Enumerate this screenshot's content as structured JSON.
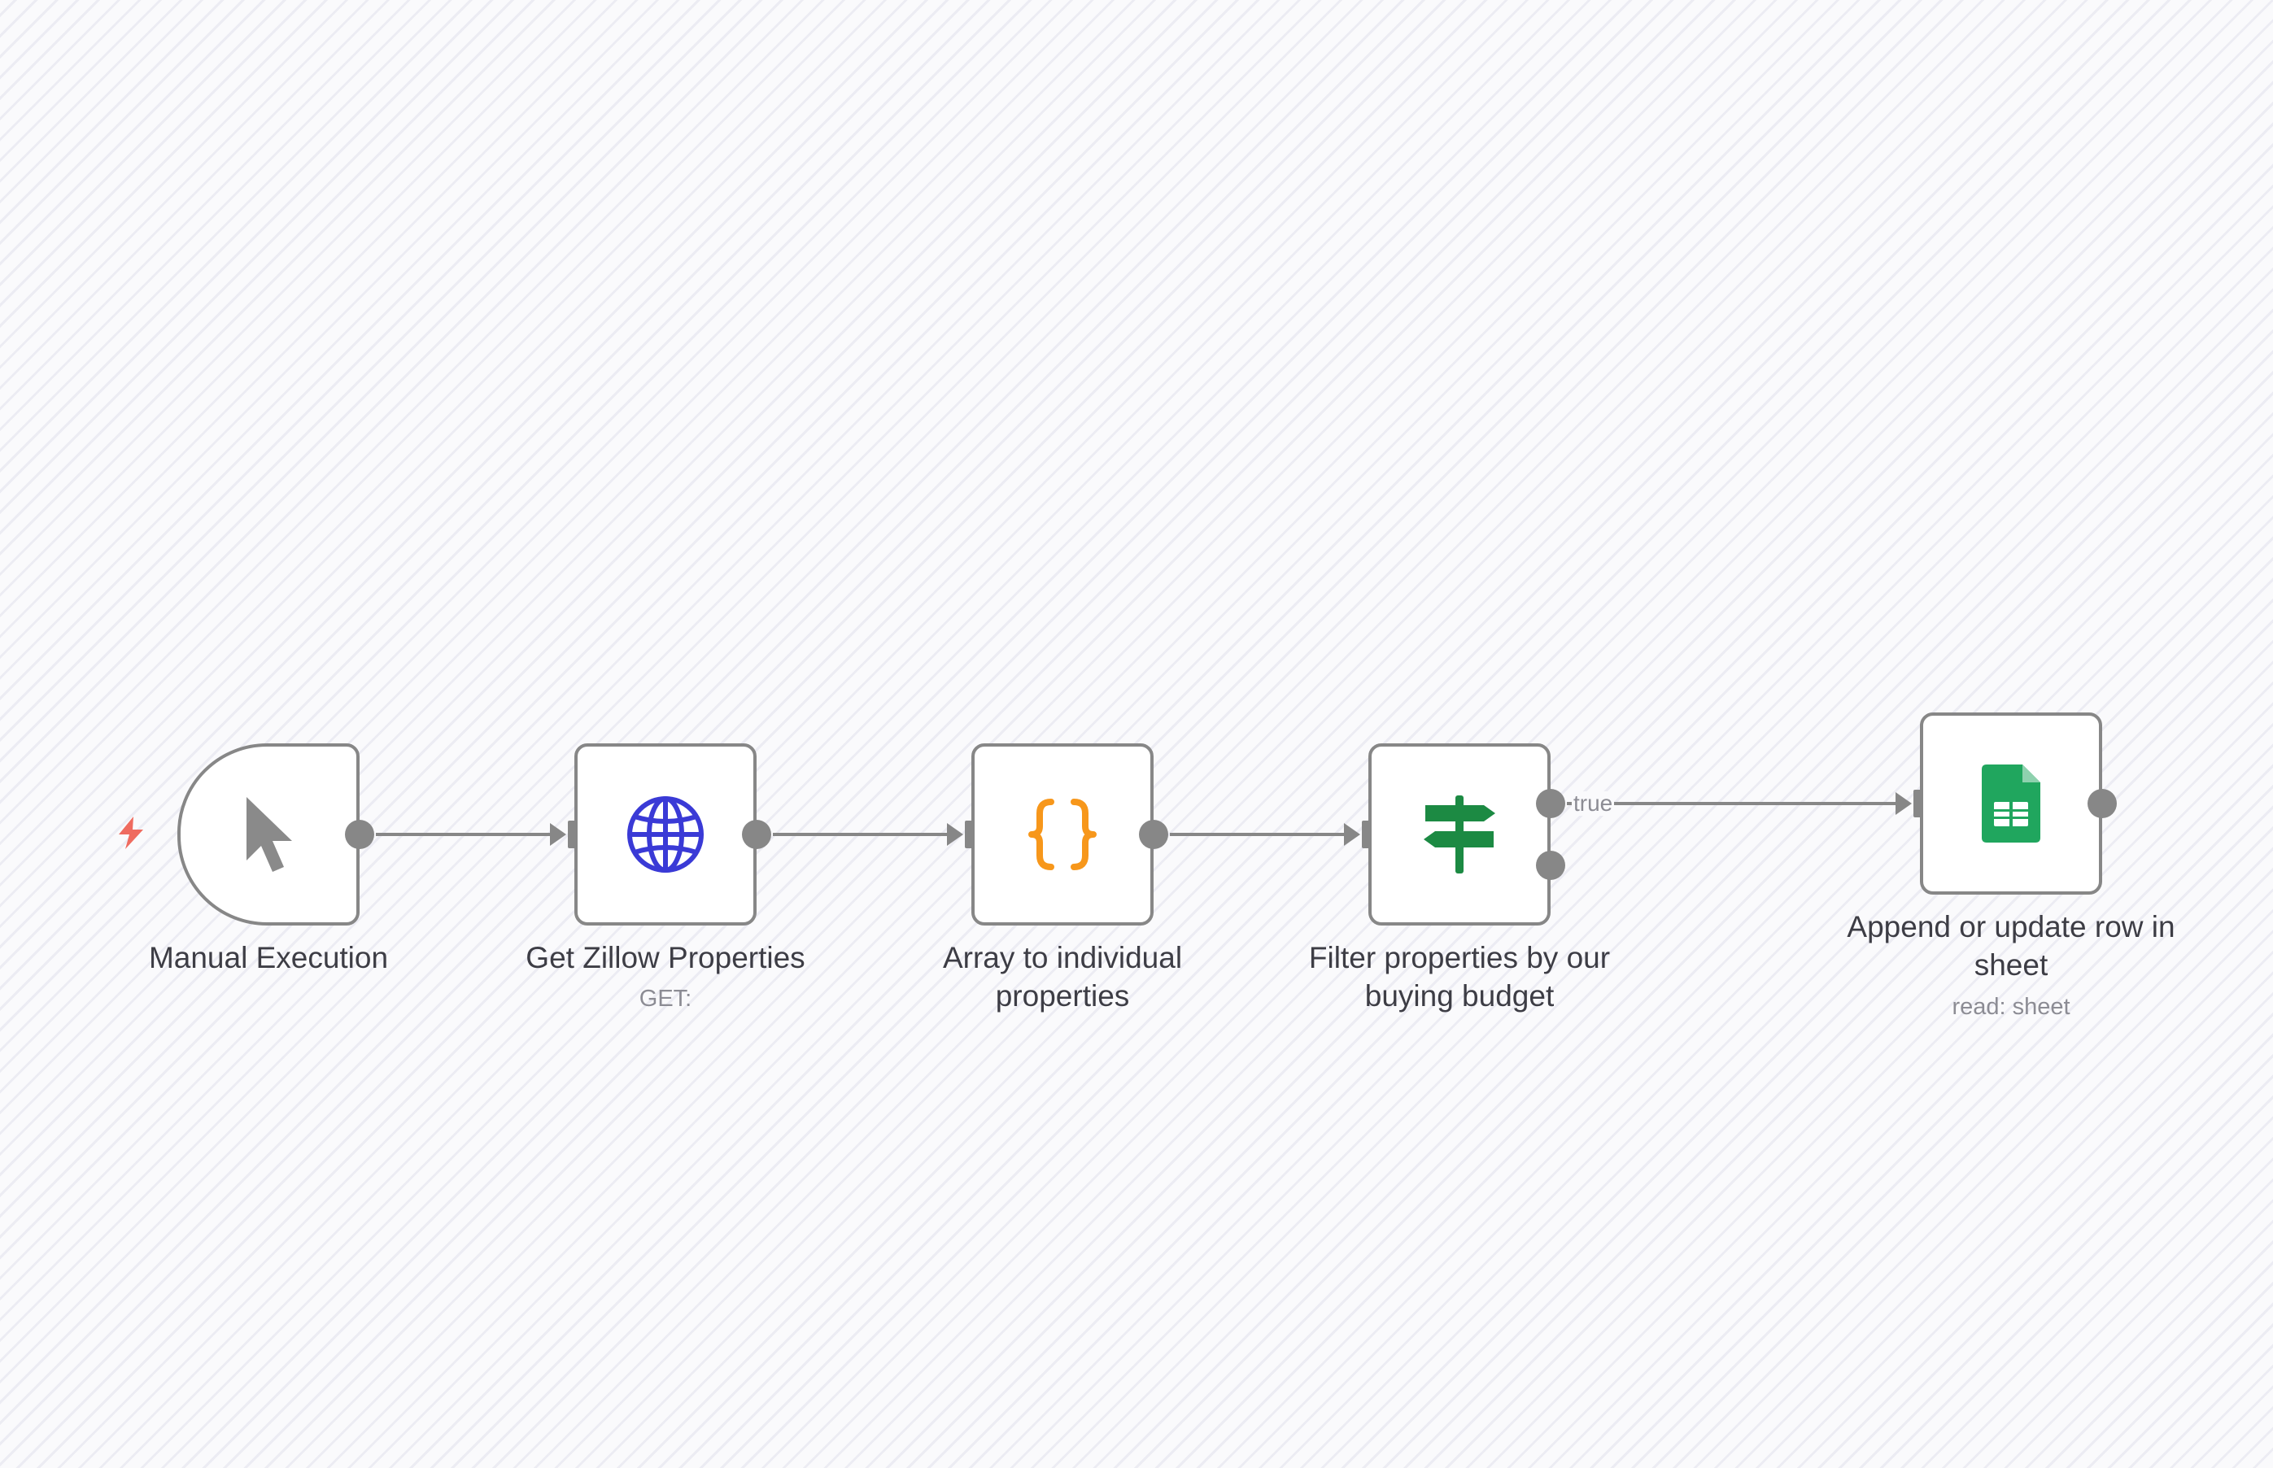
{
  "workflow": {
    "nodes": [
      {
        "id": "manual",
        "label": "Manual Execution",
        "subtitle": "",
        "icon": "cursor-icon",
        "icon_color": "#8a8a8a"
      },
      {
        "id": "http",
        "label": "Get Zillow Properties",
        "subtitle": "GET:",
        "icon": "globe-icon",
        "icon_color": "#3a3ad6"
      },
      {
        "id": "code",
        "label": "Array to individual properties",
        "subtitle": "",
        "icon": "braces-icon",
        "icon_color": "#f7971b"
      },
      {
        "id": "filter",
        "label": "Filter properties by our buying budget",
        "subtitle": "",
        "icon": "signpost-icon",
        "icon_color": "#1c8a43"
      },
      {
        "id": "sheets",
        "label": "Append or update row in sheet",
        "subtitle": "read: sheet",
        "icon": "google-sheets-icon",
        "icon_color": "#20a65e"
      }
    ],
    "edge_labels": {
      "filter_true": "true"
    },
    "colors": {
      "edge": "#878787",
      "trigger_bolt": "#ef6b5f",
      "node_border": "#878787",
      "label_text": "#3d3d45",
      "subtitle_text": "#8c8c94"
    }
  }
}
